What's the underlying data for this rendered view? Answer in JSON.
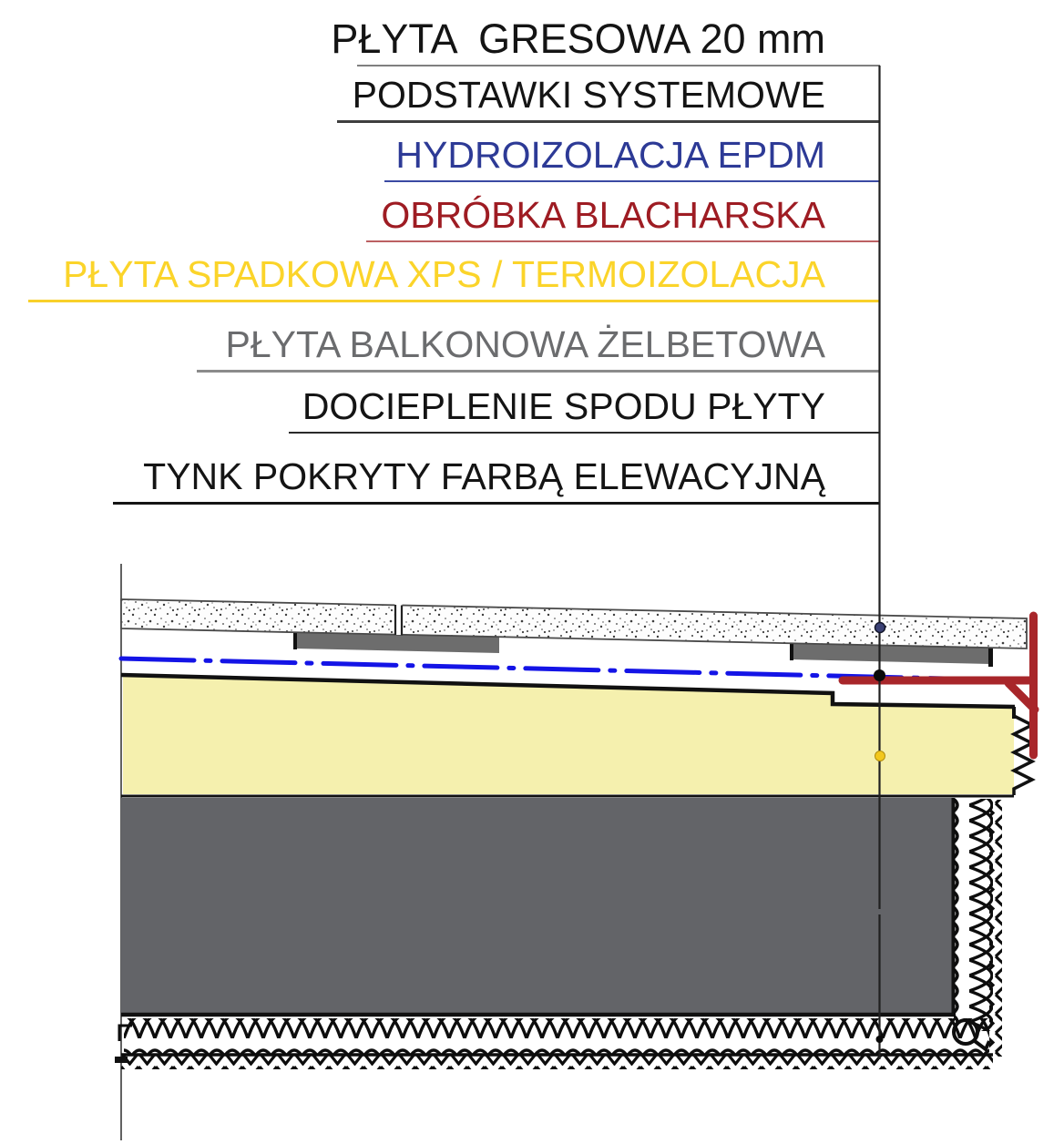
{
  "legend": [
    {
      "text": "PŁYTA  GRESOWA 20 mm",
      "text_color": "#141414",
      "line_color": "#7f7f7f"
    },
    {
      "text": "PODSTAWKI SYSTEMOWE",
      "text_color": "#141414",
      "line_color": "#3f3f3f"
    },
    {
      "text": "HYDROIZOLACJA EPDM",
      "text_color": "#2d3a96",
      "line_color": "#3b4aa3"
    },
    {
      "text": "OBRÓBKA BLACHARSKA",
      "text_color": "#9e1c23",
      "line_color": "#bc6063"
    },
    {
      "text": "PŁYTA SPADKOWA XPS / TERMOIZOLACJA",
      "text_color": "#fbd42a",
      "line_color": "#f8d02a"
    },
    {
      "text": "PŁYTA BALKONOWA ŻELBETOWA",
      "text_color": "#6b6c6e",
      "line_color": "#8b8b8b"
    },
    {
      "text": "DOCIEPLENIE SPODU PŁYTY",
      "text_color": "#141414",
      "line_color": "#2a2a2a"
    },
    {
      "text": "TYNK POKRYTY FARBĄ ELEWACYJNĄ",
      "text_color": "#141414",
      "line_color": "#151515"
    }
  ],
  "drawing": {
    "colors": {
      "stipple_dot": "#3d3d3d",
      "pad_gray": "#6d6d6d",
      "concrete_gray": "#636468",
      "xps_yellow": "#f5f0ae",
      "epdm_blue": "#1414e6",
      "flashing_red": "#a8262a",
      "outline_black": "#111111",
      "marker_navy": "#3b4175",
      "marker_yellow": "#f2c71d",
      "marker_black": "#0a0a0a",
      "leader_dark": "#202020"
    }
  }
}
